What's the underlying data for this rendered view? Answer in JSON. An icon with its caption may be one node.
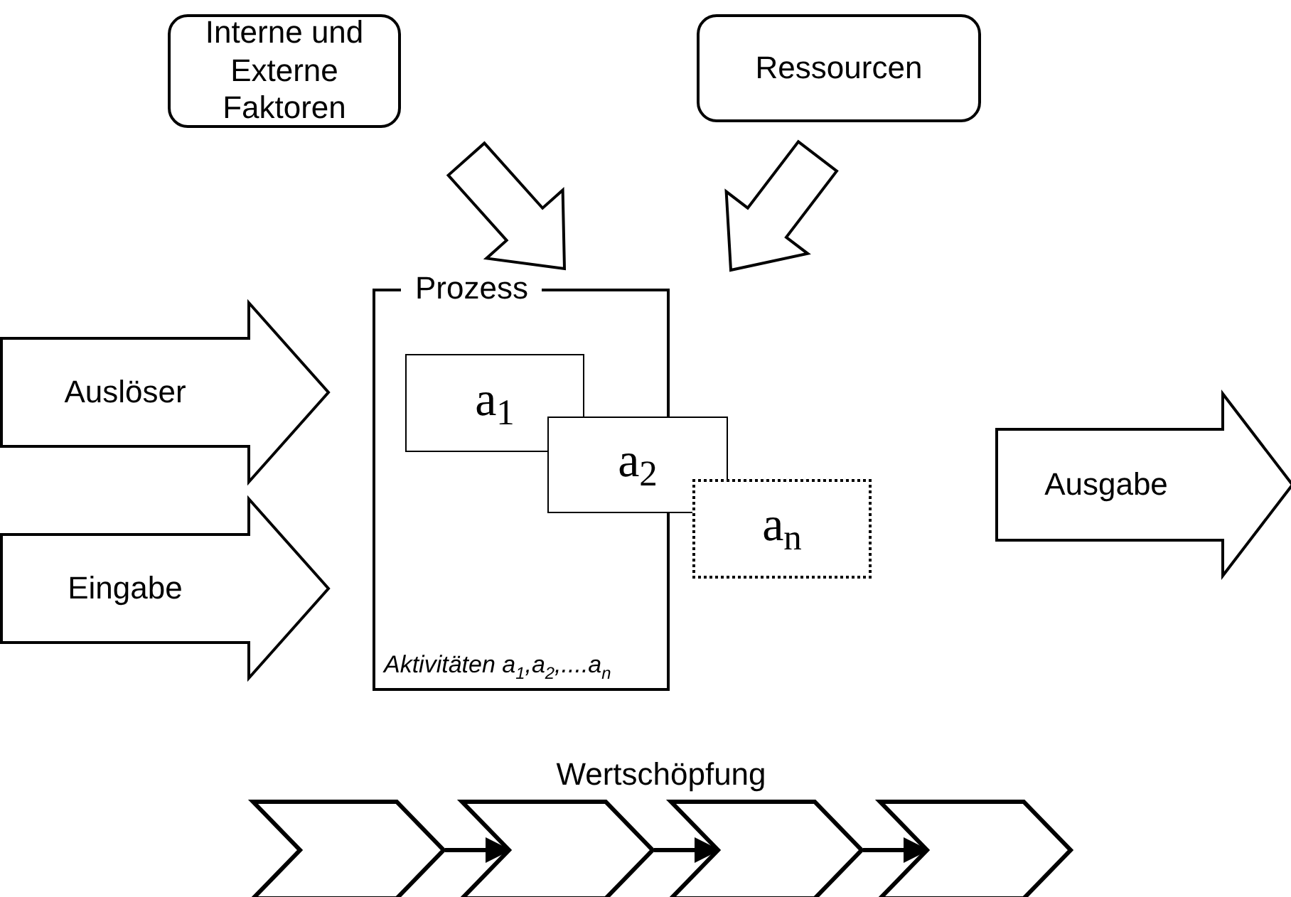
{
  "diagram": {
    "nodes": [
      {
        "text": [
          "Interne und Externe Faktoren"
        ]
      },
      {
        "text": [
          "Ressourcen"
        ]
      },
      {
        "text": [
          "Prozess",
          "Aktivitäten a$_{1}$,a$_{2}$,....a$_{n}$"
        ]
      },
      {
        "text": [
          "a$_{1}$"
        ],
        "in": 2
      },
      {
        "text": [
          "a$_{2}$"
        ]
      },
      {
        "text": [
          "a$_{n}$"
        ]
      },
      {
        "text": [
          "Auslöser"
        ]
      },
      {
        "text": [
          "Eingabe"
        ]
      },
      {
        "text": [
          "Ausgabe"
        ]
      },
      {
        "text": [],
        "shape": "chevron"
      },
      {
        "text": [],
        "shape": "chevron"
      },
      {
        "text": [],
        "shape": "chevron"
      },
      {
        "text": [],
        "shape": "chevron"
      }
    ],
    "edges": [
      {
        "from": 0,
        "to": 2,
        "arrow": "to",
        "style": "thick"
      },
      {
        "from": 1,
        "to": 2,
        "arrow": "to",
        "style": "thick"
      },
      {
        "from": 9,
        "to": 10,
        "arrow": "to"
      },
      {
        "from": 10,
        "to": 11,
        "arrow": "to"
      },
      {
        "from": 11,
        "to": 12,
        "arrow": "to"
      }
    ],
    "labels": [
      "Wertschöpfung"
    ]
  }
}
